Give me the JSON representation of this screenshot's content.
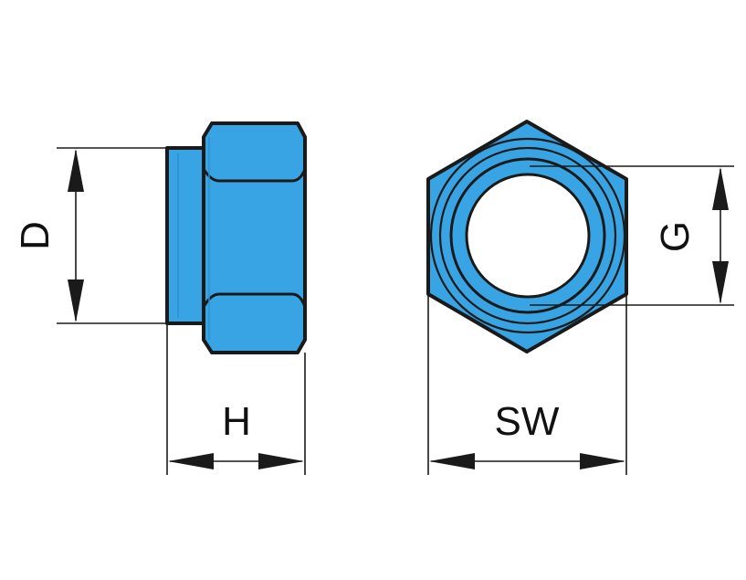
{
  "labels": {
    "d": "D",
    "h": "H",
    "g": "G",
    "sw": "SW"
  },
  "colors": {
    "fill": "#39a4e3",
    "fill_dark": "#2f8fce",
    "outline": "#1a1a1a",
    "bore": "#ffffff",
    "background": "#ffffff"
  }
}
